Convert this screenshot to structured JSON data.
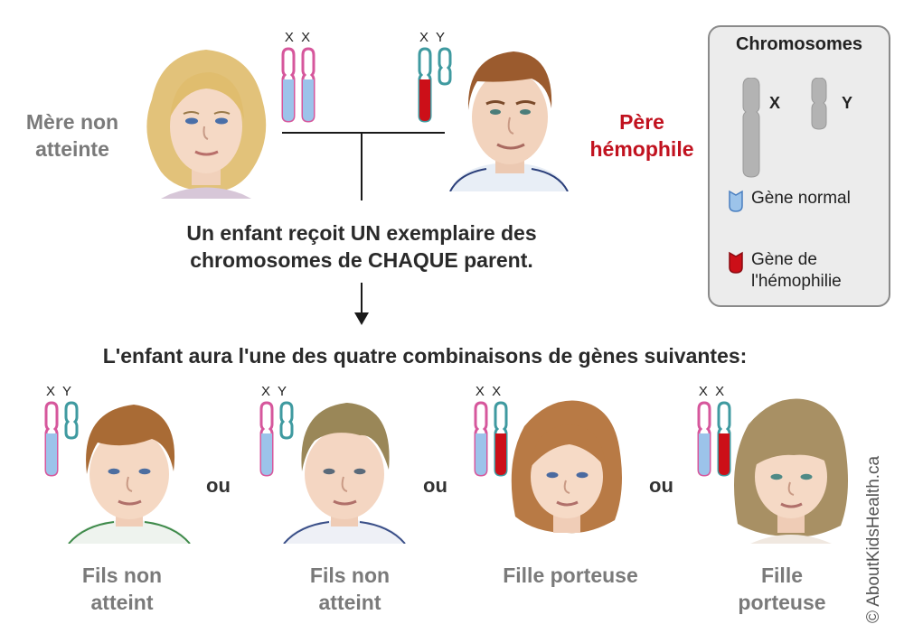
{
  "mother": {
    "label": "Mère non atteinte",
    "chrom_tag": "X X"
  },
  "father": {
    "label": "Père hémophile",
    "chrom_tag": "X Y"
  },
  "inheritance_text": "Un enfant reçoit UN exemplaire des chromosomes de CHAQUE parent.",
  "combinations_heading": "L'enfant aura l'une des quatre combinaisons de gènes suivantes:",
  "separator": "ou",
  "children": [
    {
      "label": "Fils non atteint",
      "chrom_tag": "X Y"
    },
    {
      "label": "Fils non atteint",
      "chrom_tag": "X Y"
    },
    {
      "label": "Fille porteuse",
      "chrom_tag": "X X"
    },
    {
      "label": "Fille porteuse",
      "chrom_tag": "X X"
    }
  ],
  "legend": {
    "title": "Chromosomes",
    "x_label": "X",
    "y_label": "Y",
    "normal_gene": "Gène normal",
    "hemophilia_gene": "Gène de l'hémophilie"
  },
  "copyright": "© AboutKidsHealth.ca",
  "colors": {
    "normal_gene": "#9cc3ea",
    "hemophilia_gene": "#cc0f18",
    "mother_outline": "#d6579c",
    "father_outline": "#3f9aa0",
    "legend_chromosome": "#b3b3b3",
    "father_label": "#c1121f"
  }
}
